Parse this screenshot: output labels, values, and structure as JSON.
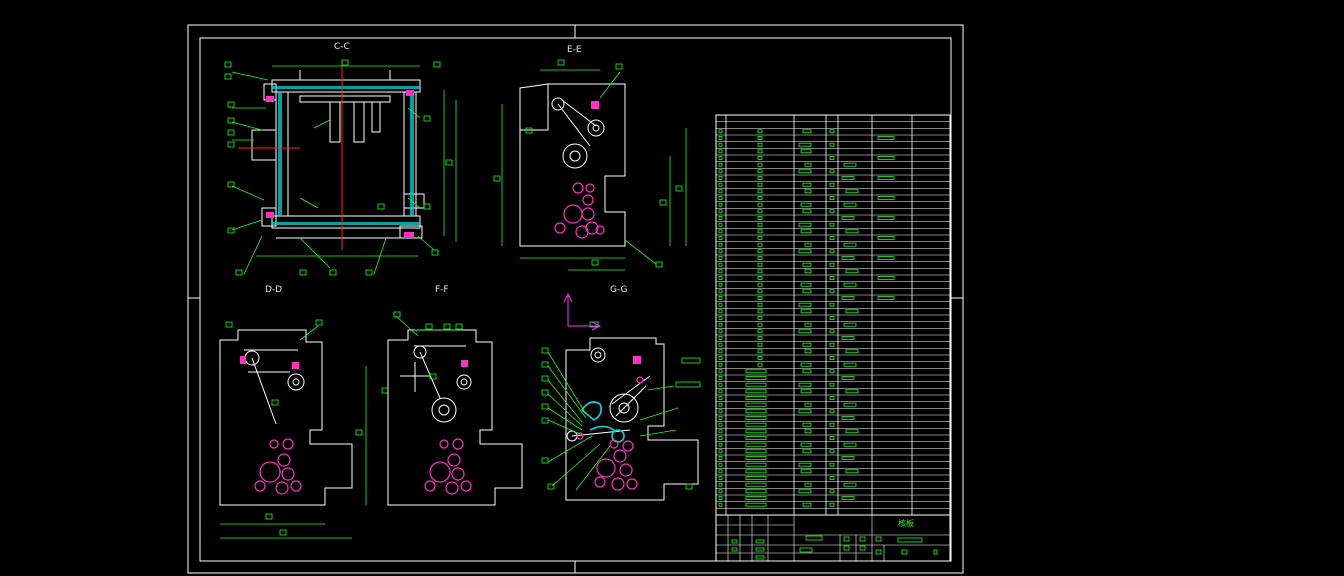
{
  "views": {
    "cc": "C-C",
    "ee": "E-E",
    "dd": "D-D",
    "ff": "F-F",
    "gg": "G-G"
  },
  "title_block": {
    "name": "核板"
  },
  "colors": {
    "background": "#000000",
    "outline": "#ffffff",
    "dimension": "#19ff19",
    "centerline": "#ff2020",
    "hole": "#ff30c0",
    "hatch": "#00d8d8",
    "ucs": "#ff30ff"
  }
}
